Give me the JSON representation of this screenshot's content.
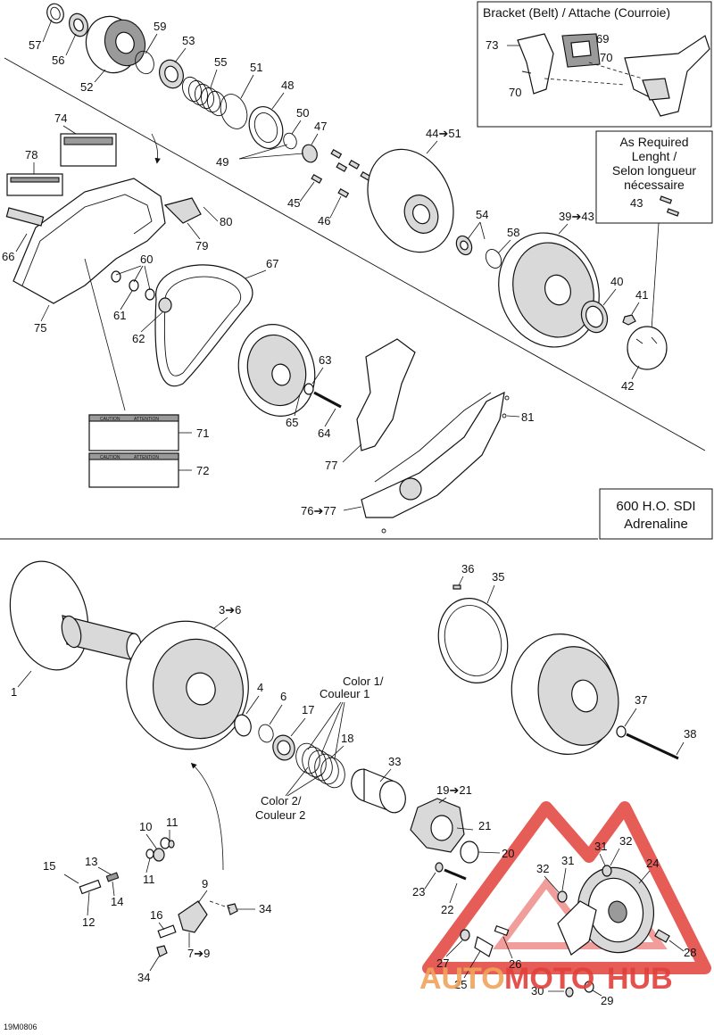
{
  "diagram": {
    "model_badge": {
      "line1": "600 H.O. SDI",
      "line2": "Adrenaline"
    },
    "bracket_box_title": "Bracket (Belt) / Attache (Courroie)",
    "note_box": {
      "line1": "As Required",
      "line2": "Lenght /",
      "line3": "Selon longueur",
      "line4": "nécessaire"
    },
    "color_labels": {
      "color1_line1": "Color 1/",
      "color1_line2": "Couleur 1",
      "color2_line1": "Color 2/",
      "color2_line2": "Couleur 2"
    },
    "decal_texts": {
      "caution": "CAUTION",
      "attention": "ATTENTION"
    },
    "drawing_code": "19M0806",
    "watermark": {
      "part1": "AUTO",
      "part2": "MOTO",
      "part3": "HUB"
    },
    "callouts": {
      "c57": "57",
      "c56": "56",
      "c52": "52",
      "c59": "59",
      "c53": "53",
      "c55": "55",
      "c51": "51",
      "c48": "48",
      "c50": "50",
      "c47": "47",
      "c49": "49",
      "c74": "74",
      "c78": "78",
      "c44_51": "44➔51",
      "c45": "45",
      "c46": "46",
      "c80": "80",
      "c79": "79",
      "c66": "66",
      "c60": "60",
      "c61": "61",
      "c62": "62",
      "c75": "75",
      "c67": "67",
      "c54": "54",
      "c58": "58",
      "c39_43": "39➔43",
      "c43": "43",
      "c40": "40",
      "c41": "41",
      "c42": "42",
      "c63": "63",
      "c65": "65",
      "c64": "64",
      "c81": "81",
      "c71": "71",
      "c72": "72",
      "c77": "77",
      "c76_77": "76➔77",
      "c73": "73",
      "c69": "69",
      "c70a": "70",
      "c70b": "70",
      "c36": "36",
      "c35": "35",
      "c3_6": "3➔6",
      "c1": "1",
      "c4": "4",
      "c6": "6",
      "c17": "17",
      "c18": "18",
      "c33": "33",
      "c37": "37",
      "c38": "38",
      "c19_21": "19➔21",
      "c21": "21",
      "c20": "20",
      "c10": "10",
      "c11a": "11",
      "c11b": "11",
      "c15": "15",
      "c13": "13",
      "c14": "14",
      "c12": "12",
      "c9": "9",
      "c34a": "34",
      "c34b": "34",
      "c16": "16",
      "c7_9": "7➔9",
      "c23": "23",
      "c22": "22",
      "c31a": "31",
      "c31b": "31",
      "c32a": "32",
      "c32b": "32",
      "c24": "24",
      "c28": "28",
      "c27": "27",
      "c25": "25",
      "c26": "26",
      "c30": "30",
      "c29": "29"
    },
    "colors": {
      "watermark_red": "#e2403a",
      "watermark_orange": "#f0a35a",
      "line": "#111111"
    }
  }
}
